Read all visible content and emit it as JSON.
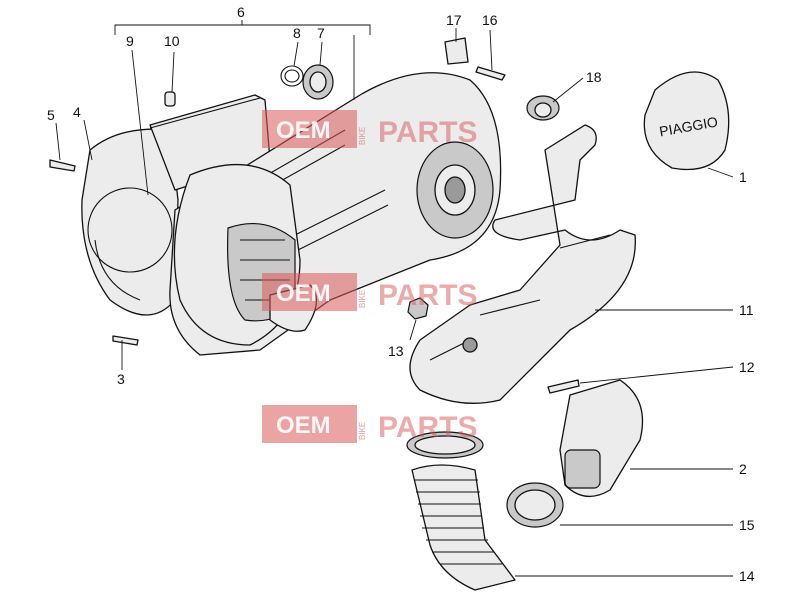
{
  "callouts": {
    "c1": "1",
    "c2": "2",
    "c3": "3",
    "c4": "4",
    "c5": "5",
    "c6": "6",
    "c7": "7",
    "c8": "8",
    "c9": "9",
    "c10": "10",
    "c11": "11",
    "c12": "12",
    "c13": "13",
    "c14": "14",
    "c15": "15",
    "c16": "16",
    "c17": "17",
    "c18": "18"
  },
  "cover_logo": "PIAGGIO",
  "watermark": {
    "left_word": "OEM",
    "side_word": "BIKE",
    "right_word": "PARTS"
  }
}
